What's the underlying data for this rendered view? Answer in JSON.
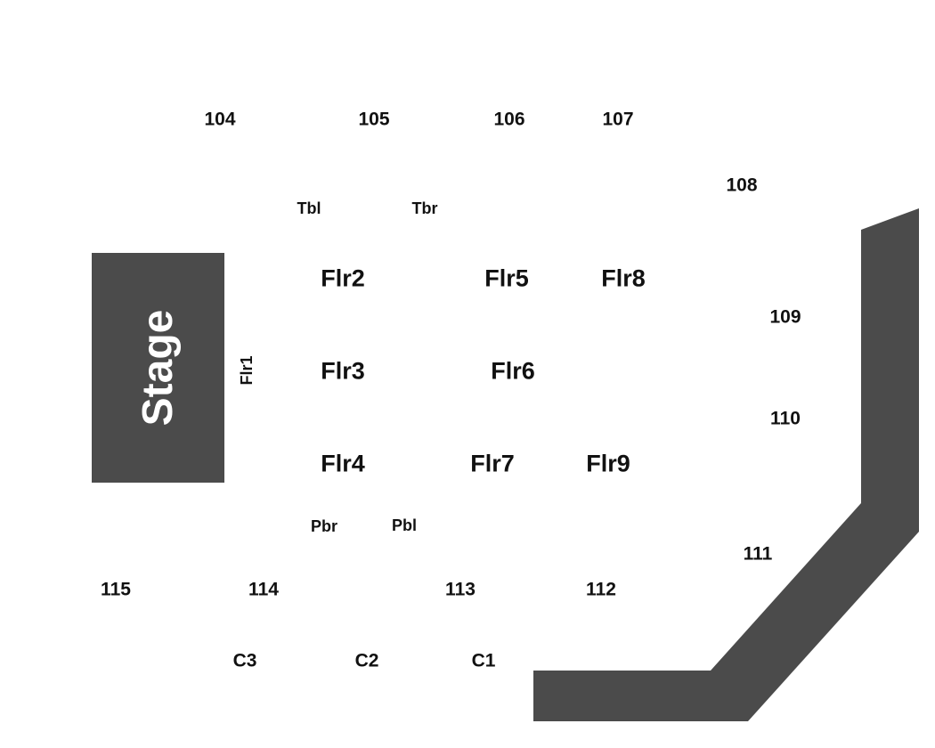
{
  "stage": {
    "label": "Stage"
  },
  "sections": {
    "s104": "104",
    "s105": "105",
    "s106": "106",
    "s107": "107",
    "s108": "108",
    "s109": "109",
    "s110": "110",
    "s111": "111",
    "s112": "112",
    "s113": "113",
    "s114": "114",
    "s115": "115"
  },
  "floor": {
    "flr1": "Flr1",
    "flr2": "Flr2",
    "flr3": "Flr3",
    "flr4": "Flr4",
    "flr5": "Flr5",
    "flr6": "Flr6",
    "flr7": "Flr7",
    "flr8": "Flr8",
    "flr9": "Flr9"
  },
  "platforms": {
    "tbl": "Tbl",
    "tbr": "Tbr",
    "pbr": "Pbr",
    "pbl": "Pbl"
  },
  "clubs": {
    "c1": "C1",
    "c2": "C2",
    "c3": "C3"
  },
  "colors": {
    "structure": "#4b4b4b",
    "label": "#111111",
    "background": "#ffffff"
  }
}
